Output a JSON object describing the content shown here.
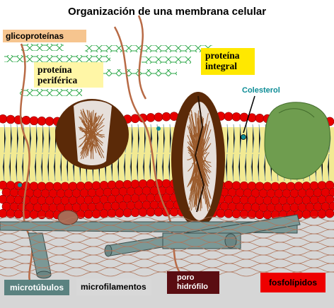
{
  "title": "Organización de una membrana celular",
  "labels": {
    "glicoproteinas": "glicoproteínas",
    "proteina_periferica": "proteína periférica",
    "proteina_integral": "proteína integral",
    "colesterol": "Colesterol",
    "microtubulos": "microtúbulos",
    "microfilamentos": "microfilamentos",
    "poro_hidrofilo": "poro hidrófilo",
    "fosfolipidos": "fosfolípidos"
  },
  "colors": {
    "lipid_heads": "#e60000",
    "tail_zone": "#f2ea92",
    "protein_brown": "#5b2a08",
    "protein_fiber": "#9a5a2b",
    "cholesterol_dot": "#0c8c96",
    "cytoskeleton": "#7b9896",
    "globular_protein": "#6f9d4f",
    "carb_chains": "#2ea84a"
  }
}
